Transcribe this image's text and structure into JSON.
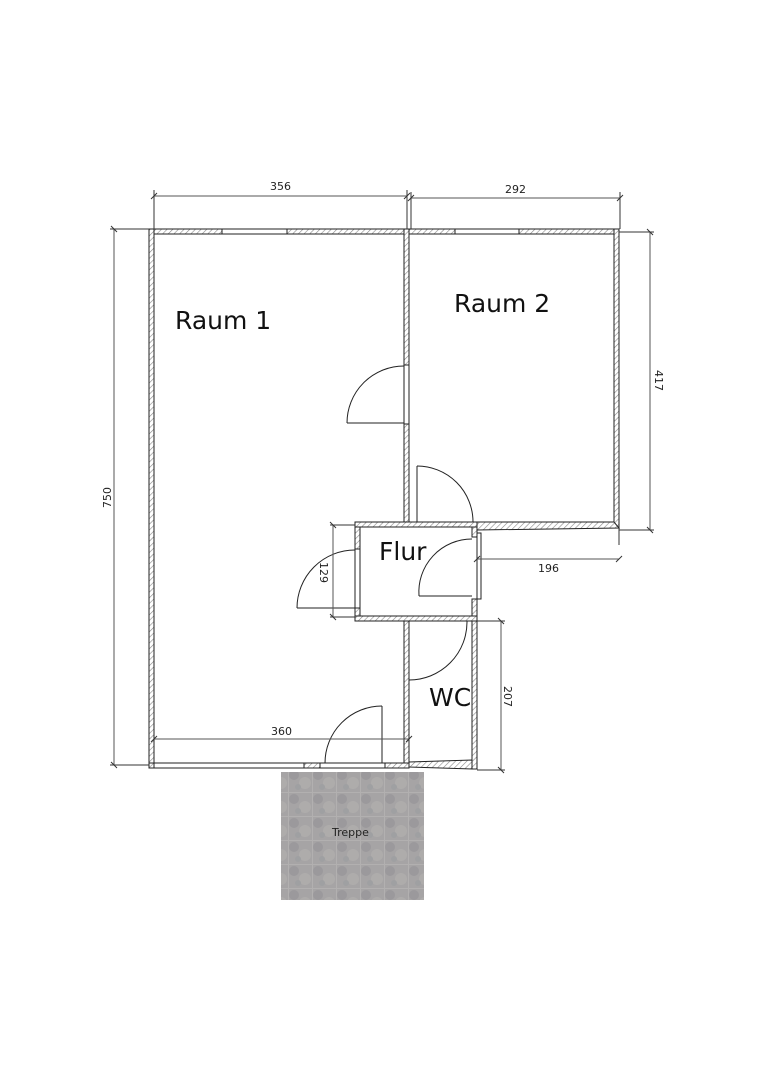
{
  "rooms": {
    "raum1": {
      "label": "Raum 1"
    },
    "raum2": {
      "label": "Raum 2"
    },
    "flur": {
      "label": "Flur"
    },
    "wc": {
      "label": "WC"
    },
    "treppe": {
      "label": "Treppe"
    }
  },
  "dimensions": {
    "top_left_width": "356",
    "top_right_width": "292",
    "left_height": "750",
    "raum2_height": "417",
    "flur_height": "129",
    "flur_right_width": "196",
    "wc_height": "207",
    "bottom_width": "360"
  },
  "colors": {
    "wall_stroke": "#222222",
    "hatch": "#888888",
    "stair_fill": "#a4a2a3",
    "background": "#ffffff"
  }
}
